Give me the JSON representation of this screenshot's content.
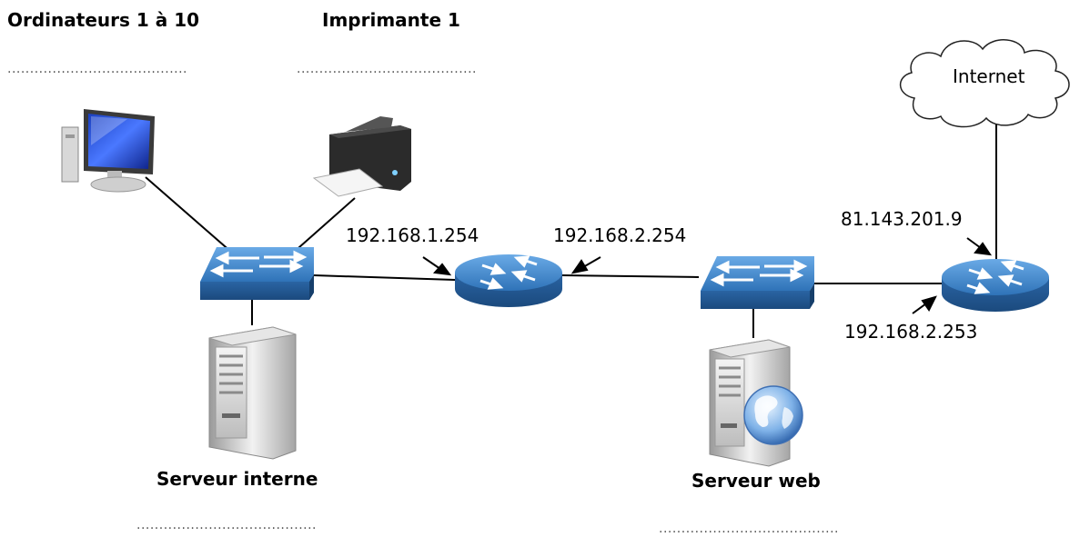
{
  "labels": {
    "computers": "Ordinateurs 1 à 10",
    "printer": "Imprimante 1",
    "internal_server": "Serveur interne",
    "web_server": "Serveur web",
    "internet": "Internet"
  },
  "ips": {
    "router1_left": "192.168.1.254",
    "router1_right": "192.168.2.254",
    "router2_wan": "81.143.201.9",
    "router2_lan": "192.168.2.253"
  },
  "blanks": {
    "computers": "........................................",
    "printer": "........................................",
    "internal_server": "........................................",
    "web_server": "........................................"
  },
  "colors": {
    "device_blue": "#2f73b8",
    "device_blue_light": "#5fa0dc",
    "server_gray": "#c9c9c9",
    "line": "#000000"
  },
  "icons": [
    "computer-icon",
    "printer-icon",
    "switch-icon",
    "router-icon",
    "server-icon",
    "globe-icon",
    "cloud-icon"
  ]
}
